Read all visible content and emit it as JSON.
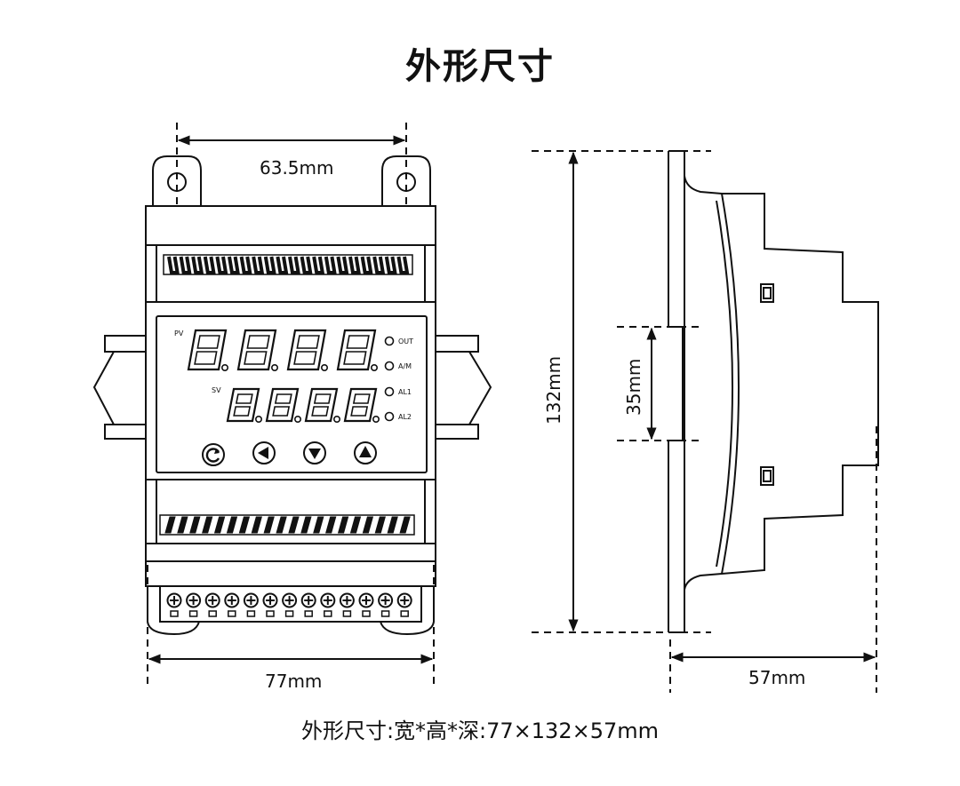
{
  "title": "外形尺寸",
  "caption": "外形尺寸:宽*高*深:77×132×57mm",
  "dimensions": {
    "mount_spacing": "63.5mm",
    "width": "77mm",
    "height": "132mm",
    "rail": "35mm",
    "depth": "57mm"
  },
  "panel": {
    "pv_label": "PV",
    "sv_label": "SV",
    "indicators": [
      "OUT",
      "A/M",
      "AL1",
      "AL2"
    ]
  },
  "buttons": [
    {
      "name": "cycle-button",
      "icon": "rotate-icon"
    },
    {
      "name": "left-button",
      "icon": "triangle-left-icon"
    },
    {
      "name": "down-button",
      "icon": "triangle-down-icon"
    },
    {
      "name": "up-button",
      "icon": "triangle-up-icon"
    }
  ],
  "colors": {
    "line": "#111111",
    "background": "#ffffff"
  }
}
